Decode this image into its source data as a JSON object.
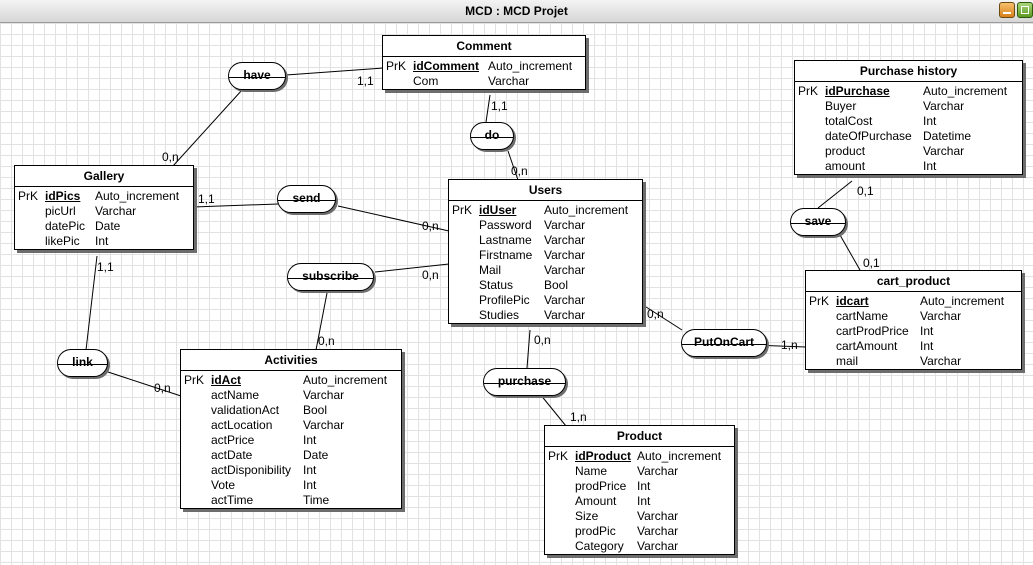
{
  "window": {
    "title": "MCD : MCD Projet"
  },
  "entities": [
    {
      "id": "comment",
      "name": "Comment",
      "attributes": [
        {
          "key": "PrK",
          "name": "idComment",
          "type": "Auto_increment",
          "primary": true
        },
        {
          "key": "",
          "name": "Com",
          "type": "Varchar"
        }
      ]
    },
    {
      "id": "gallery",
      "name": "Gallery",
      "attributes": [
        {
          "key": "PrK",
          "name": "idPics",
          "type": "Auto_increment",
          "primary": true
        },
        {
          "key": "",
          "name": "picUrl",
          "type": "Varchar"
        },
        {
          "key": "",
          "name": "datePic",
          "type": "Date"
        },
        {
          "key": "",
          "name": "likePic",
          "type": "Int"
        }
      ]
    },
    {
      "id": "users",
      "name": "Users",
      "attributes": [
        {
          "key": "PrK",
          "name": "idUser",
          "type": "Auto_increment",
          "primary": true
        },
        {
          "key": "",
          "name": "Password",
          "type": "Varchar"
        },
        {
          "key": "",
          "name": "Lastname",
          "type": "Varchar"
        },
        {
          "key": "",
          "name": "Firstname",
          "type": "Varchar"
        },
        {
          "key": "",
          "name": "Mail",
          "type": "Varchar"
        },
        {
          "key": "",
          "name": "Status",
          "type": "Bool"
        },
        {
          "key": "",
          "name": "ProfilePic",
          "type": "Varchar"
        },
        {
          "key": "",
          "name": "Studies",
          "type": "Varchar"
        }
      ]
    },
    {
      "id": "purchase-history",
      "name": "Purchase history",
      "attributes": [
        {
          "key": "PrK",
          "name": "idPurchase",
          "type": "Auto_increment",
          "primary": true
        },
        {
          "key": "",
          "name": "Buyer",
          "type": "Varchar"
        },
        {
          "key": "",
          "name": "totalCost",
          "type": "Int"
        },
        {
          "key": "",
          "name": "dateOfPurchase",
          "type": "Datetime"
        },
        {
          "key": "",
          "name": "product",
          "type": "Varchar"
        },
        {
          "key": "",
          "name": "amount",
          "type": "Int"
        }
      ]
    },
    {
      "id": "cart-product",
      "name": "cart_product",
      "attributes": [
        {
          "key": "PrK",
          "name": "idcart",
          "type": "Auto_increment",
          "primary": true
        },
        {
          "key": "",
          "name": "cartName",
          "type": "Varchar"
        },
        {
          "key": "",
          "name": "cartProdPrice",
          "type": "Int"
        },
        {
          "key": "",
          "name": "cartAmount",
          "type": "Int"
        },
        {
          "key": "",
          "name": "mail",
          "type": "Varchar"
        }
      ]
    },
    {
      "id": "activities",
      "name": "Activities",
      "attributes": [
        {
          "key": "PrK",
          "name": "idAct",
          "type": "Auto_increment",
          "primary": true
        },
        {
          "key": "",
          "name": "actName",
          "type": "Varchar"
        },
        {
          "key": "",
          "name": "validationAct",
          "type": "Bool"
        },
        {
          "key": "",
          "name": "actLocation",
          "type": "Varchar"
        },
        {
          "key": "",
          "name": "actPrice",
          "type": "Int"
        },
        {
          "key": "",
          "name": "actDate",
          "type": "Date"
        },
        {
          "key": "",
          "name": "actDisponibility",
          "type": "Int"
        },
        {
          "key": "",
          "name": "Vote",
          "type": "Int"
        },
        {
          "key": "",
          "name": "actTime",
          "type": "Time"
        }
      ]
    },
    {
      "id": "product",
      "name": "Product",
      "attributes": [
        {
          "key": "PrK",
          "name": "idProduct",
          "type": "Auto_increment",
          "primary": true
        },
        {
          "key": "",
          "name": "Name",
          "type": "Varchar"
        },
        {
          "key": "",
          "name": "prodPrice",
          "type": "Int"
        },
        {
          "key": "",
          "name": "Amount",
          "type": "Int"
        },
        {
          "key": "",
          "name": "Size",
          "type": "Varchar"
        },
        {
          "key": "",
          "name": "prodPic",
          "type": "Varchar"
        },
        {
          "key": "",
          "name": "Category",
          "type": "Varchar"
        }
      ]
    }
  ],
  "associations": [
    {
      "id": "have",
      "name": "have"
    },
    {
      "id": "do",
      "name": "do"
    },
    {
      "id": "send",
      "name": "send"
    },
    {
      "id": "subscribe",
      "name": "subscribe"
    },
    {
      "id": "save",
      "name": "save"
    },
    {
      "id": "putoncart",
      "name": "PutOnCart"
    },
    {
      "id": "link",
      "name": "link"
    },
    {
      "id": "purchase",
      "name": "purchase"
    }
  ],
  "cardinalities": [
    {
      "id": "have-comment",
      "text": "1,1"
    },
    {
      "id": "have-gallery",
      "text": "0,n"
    },
    {
      "id": "do-comment",
      "text": "1,1"
    },
    {
      "id": "do-users",
      "text": "0,n"
    },
    {
      "id": "send-gallery",
      "text": "1,1"
    },
    {
      "id": "send-users",
      "text": "0,n"
    },
    {
      "id": "subscribe-users",
      "text": "0,n"
    },
    {
      "id": "subscribe-activities",
      "text": "0,n"
    },
    {
      "id": "save-history",
      "text": "0,1"
    },
    {
      "id": "save-cart",
      "text": "0,1"
    },
    {
      "id": "putoncart-users",
      "text": "0,n"
    },
    {
      "id": "putoncart-cart",
      "text": "1,n"
    },
    {
      "id": "link-gallery",
      "text": "1,1"
    },
    {
      "id": "link-activities",
      "text": "0,n"
    },
    {
      "id": "purchase-users",
      "text": "0,n"
    },
    {
      "id": "purchase-product",
      "text": "1,n"
    }
  ]
}
